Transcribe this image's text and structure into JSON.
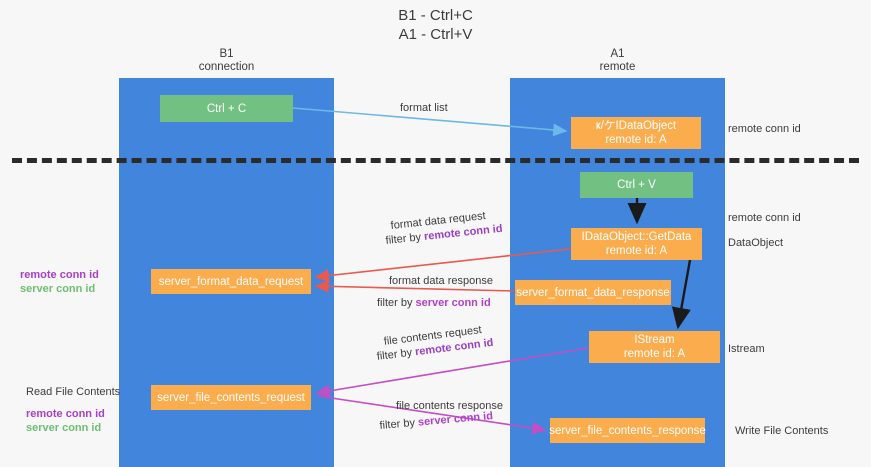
{
  "title": {
    "line1": "B1 - Ctrl+C",
    "line2": "A1 - Ctrl+V"
  },
  "lanes": [
    {
      "id": "b1",
      "name": "B1",
      "sub": "connection"
    },
    {
      "id": "a1",
      "name": "A1",
      "sub": "remote"
    }
  ],
  "headers": {
    "b1_name": "B1",
    "b1_sub": "connection",
    "a1_name": "A1",
    "a1_sub": "remote"
  },
  "boxes": {
    "ctrl_c": "Ctrl + C",
    "ctrl_v": "Ctrl + V",
    "idataobject_line1": "ҝ/ケIDataObject",
    "idataobject_line2": "remote id: A",
    "getdata_line1": "IDataObject::GetData",
    "getdata_line2": "remote id: A",
    "server_format_data_request": "server_format_data_request",
    "server_format_data_response": "server_format_data_response",
    "istream_line1": "IStream",
    "istream_line2": "remote id: A",
    "server_file_contents_request": "server_file_contents_request",
    "server_file_contents_response": "server_file_contents_response"
  },
  "edges": {
    "format_list": "format list",
    "format_data_request": "format data request",
    "format_data_request_filter_prefix": "filter by ",
    "format_data_request_filter_key": "remote conn id",
    "format_data_response": "format data response",
    "format_data_response_filter_prefix": "filter by ",
    "format_data_response_filter_key": "server conn id",
    "file_contents_request": "file contents request",
    "file_contents_request_filter_prefix": "filter by ",
    "file_contents_request_filter_key": "remote conn id",
    "file_contents_response": "file contents response",
    "file_contents_response_filter_prefix": "filter by ",
    "file_contents_response_filter_key": "server conn id"
  },
  "annotations": {
    "left_mid_remote": "remote conn id",
    "left_mid_server": "server conn id",
    "left_low_title": "Read File Contents",
    "left_low_remote": "remote conn id",
    "left_low_server": "server conn id",
    "right_top_remote": "remote conn id",
    "right_mid_remote": "remote conn id",
    "right_dataobject": "DataObject",
    "right_istream": "Istream",
    "right_write": "Write File Contents"
  },
  "colors": {
    "lane": "#4285dd",
    "green_box": "#72c082",
    "orange_box": "#fbac4d",
    "divider": "#2b2b2b",
    "remote_key": "#a83fc9",
    "server_key": "#6fbf73",
    "wire_blue": "#6bb9e6",
    "wire_red": "#e8594f",
    "wire_magenta": "#c44ec4",
    "wire_black": "#1a1a1a",
    "background": "#f7f7f7"
  }
}
